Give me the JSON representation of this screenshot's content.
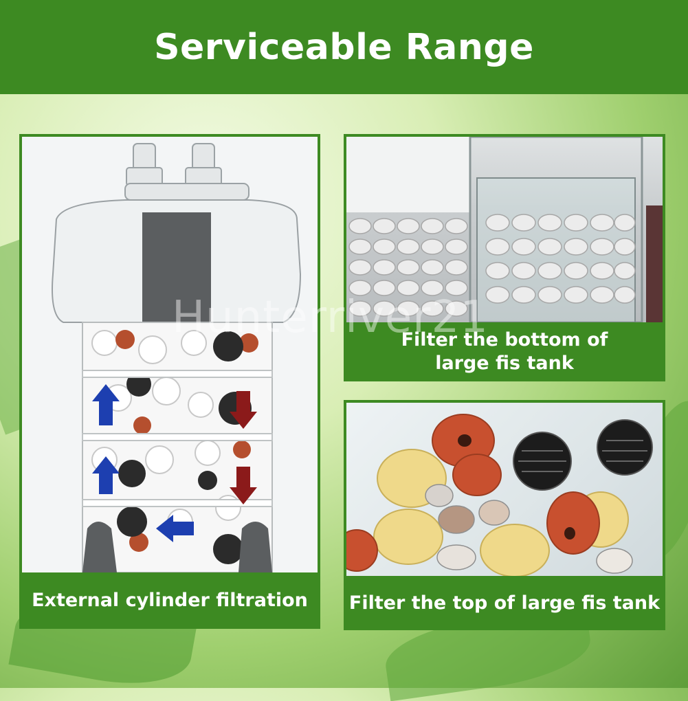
{
  "header": {
    "title": "Serviceable Range"
  },
  "panels": {
    "external": {
      "caption": "External cylinder filtration"
    },
    "bottom": {
      "caption": "Filter the bottom of large fis tank"
    },
    "top": {
      "caption": "Filter the top of large fis tank"
    }
  },
  "watermark": "Hunterriver21",
  "colors": {
    "brand_green": "#3d8a22",
    "text": "#ffffff",
    "arrow_up": "#1d3fb0",
    "arrow_down": "#8b1a1a"
  }
}
